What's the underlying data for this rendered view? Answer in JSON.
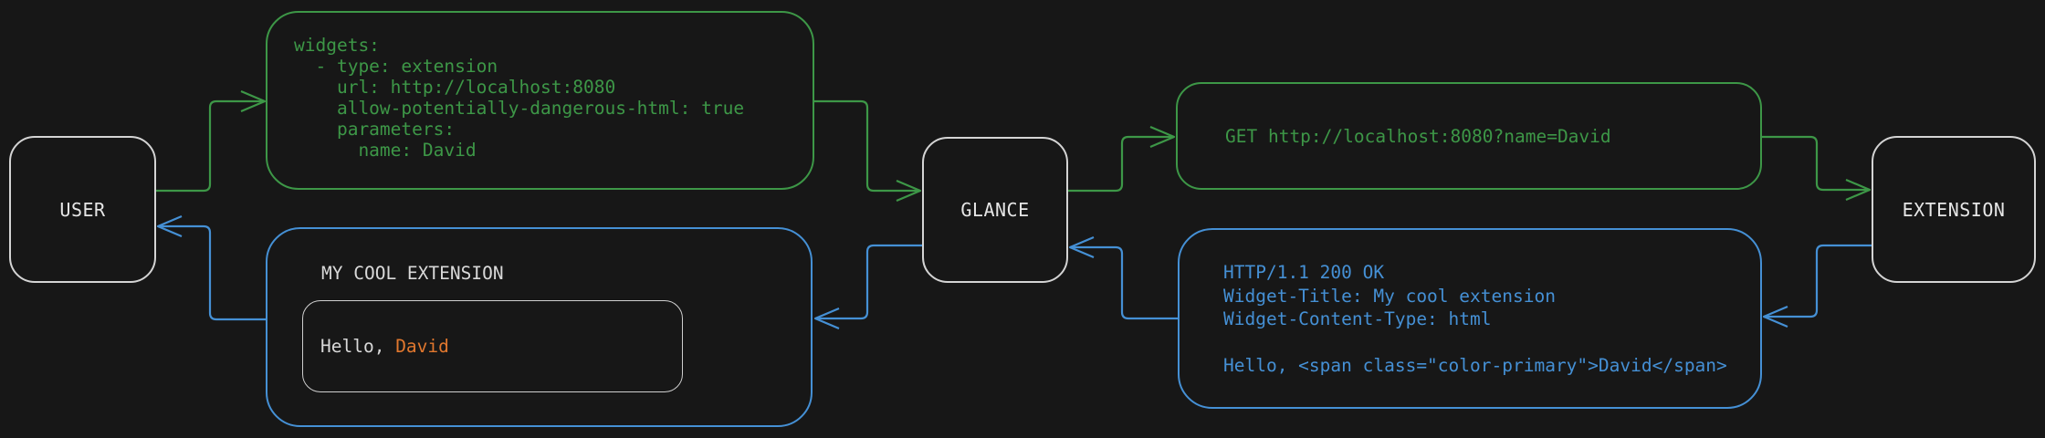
{
  "colors": {
    "background": "#171717",
    "green": "#3d9747",
    "blue": "#4590d5",
    "orange": "#e0772e",
    "node_border": "#d4d4d4",
    "inner_border": "#cfcfcf",
    "text_light": "#d9d9d9"
  },
  "nodes": {
    "user": {
      "label": "USER"
    },
    "glance": {
      "label": "GLANCE"
    },
    "extension": {
      "label": "EXTENSION"
    }
  },
  "config_box": {
    "lines": [
      "widgets:",
      "  - type: extension",
      "    url: http://localhost:8080",
      "    allow-potentially-dangerous-html: true",
      "    parameters:",
      "      name: David"
    ]
  },
  "request_box": {
    "text": "GET http://localhost:8080?name=David"
  },
  "response_box": {
    "lines": [
      "HTTP/1.1 200 OK",
      "Widget-Title: My cool extension",
      "Widget-Content-Type: html",
      "",
      "Hello, <span class=\"color-primary\">David</span>"
    ]
  },
  "widget_box": {
    "title": "MY COOL EXTENSION",
    "greeting_prefix": "Hello, ",
    "greeting_name": "David"
  }
}
